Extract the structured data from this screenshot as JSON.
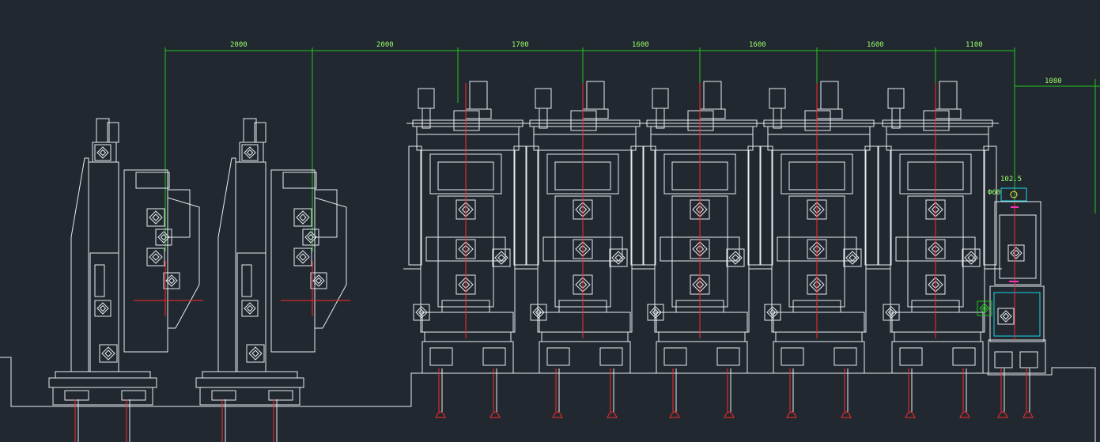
{
  "colors": {
    "background": "#212830",
    "outline": "#e8ecef",
    "dimension": "#23c51f",
    "dimension_text": "#9cff6a",
    "centerline": "#ff2a2a",
    "accent_cyan": "#19d8e6",
    "accent_magenta": "#ff33cc",
    "accent_yellow": "#ffe94a"
  },
  "dimensions": {
    "top_spacings": [
      "2000",
      "2000",
      "1700",
      "1600",
      "1600",
      "1600",
      "1100"
    ],
    "right_offset": "1080",
    "small_width": "102.5",
    "small_diameter": "Ф60"
  },
  "stands": {
    "side_units": 2,
    "vertical_stands": 5,
    "end_unit": 1
  }
}
